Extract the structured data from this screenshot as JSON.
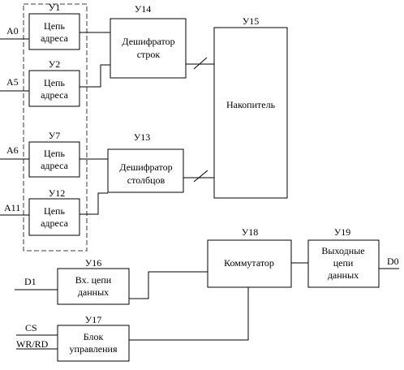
{
  "blocks": {
    "u1": {
      "label": "У1",
      "line1": "Цепь",
      "line2": "адреса"
    },
    "u2": {
      "label": "У2",
      "line1": "Цепь",
      "line2": "адреса"
    },
    "u7": {
      "label": "У7",
      "line1": "Цепь",
      "line2": "адреса"
    },
    "u12": {
      "label": "У12",
      "line1": "Цепь",
      "line2": "адреса"
    },
    "u14": {
      "label": "У14",
      "line1": "Дешифратор",
      "line2": "строк"
    },
    "u13": {
      "label": "У13",
      "line1": "Дешифратор",
      "line2": "столбцов"
    },
    "u15": {
      "label": "У15",
      "text": "Накопитель"
    },
    "u16": {
      "label": "У16",
      "line1": "Вх. цепи",
      "line2": "данных"
    },
    "u17": {
      "label": "У17",
      "line1": "Блок",
      "line2": "управления"
    },
    "u18": {
      "label": "У18",
      "text": "Коммутатор"
    },
    "u19": {
      "label": "У19",
      "line1": "Выходные",
      "line2": "цепи",
      "line3": "данных"
    }
  },
  "signals": {
    "a0": "A0",
    "a5": "A5",
    "a6": "A6",
    "a11": "A11",
    "d1": "D1",
    "d0": "D0",
    "cs": "CS",
    "wrrd": "WR/RD"
  }
}
